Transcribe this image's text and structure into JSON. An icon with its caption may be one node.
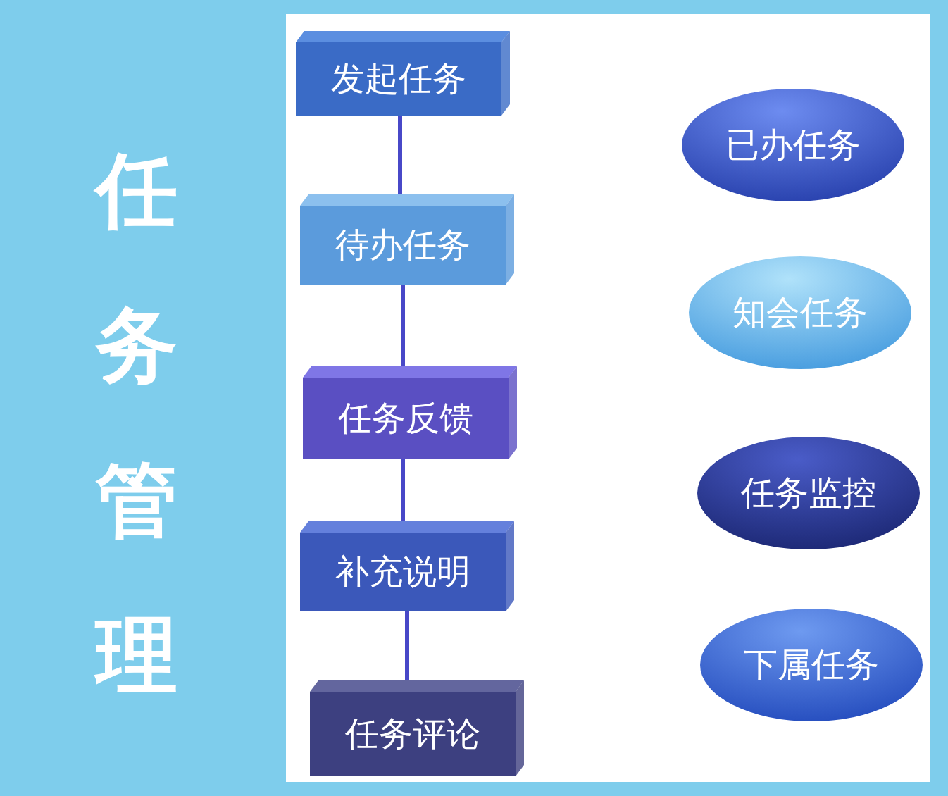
{
  "diagram": {
    "title": "任务管理",
    "nodes": [
      {
        "text": [
          "发起任务"
        ]
      },
      {
        "text": [
          "待办任务"
        ]
      },
      {
        "text": [
          "任务反馈"
        ]
      },
      {
        "text": [
          "补充说明"
        ]
      },
      {
        "text": [
          "任务评论"
        ]
      },
      {
        "text": [
          "已办任务"
        ]
      },
      {
        "text": [
          "知会任务"
        ]
      },
      {
        "text": [
          "任务监控"
        ]
      },
      {
        "text": [
          "下属任务"
        ]
      }
    ],
    "edges": [
      {
        "from": 0,
        "to": 1,
        "arrow": "none"
      },
      {
        "from": 1,
        "to": 2,
        "arrow": "none"
      },
      {
        "from": 2,
        "to": 3,
        "arrow": "none"
      },
      {
        "from": 3,
        "to": 4,
        "arrow": "none"
      }
    ]
  }
}
